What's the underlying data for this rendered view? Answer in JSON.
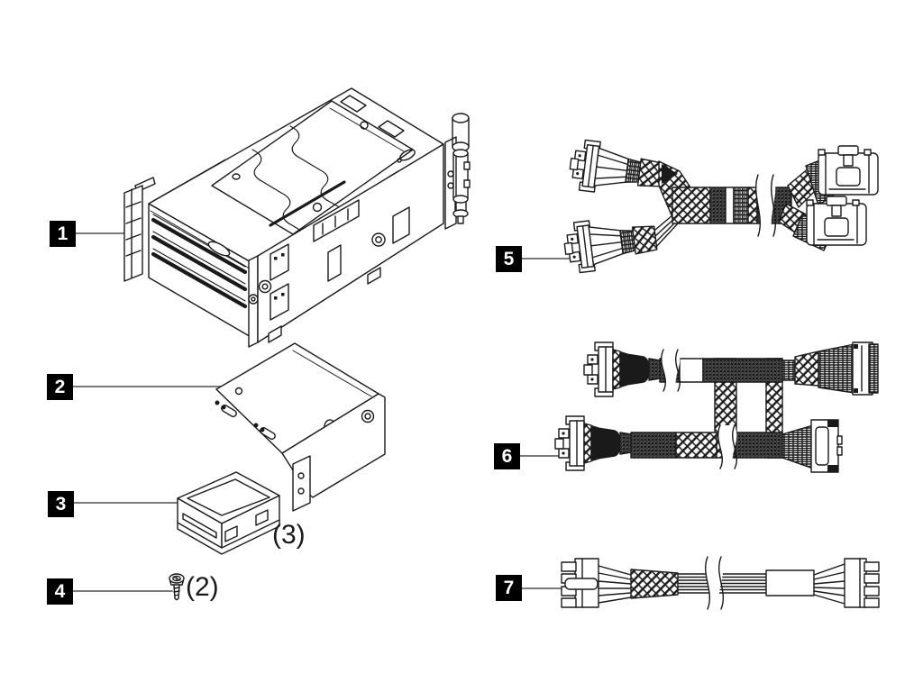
{
  "diagram": {
    "background_color": "#ffffff",
    "ink_color": "#1a1a1a",
    "leader_line_color": "#7a7a7a",
    "callout_bg_color": "#000000",
    "callout_text_color": "#ffffff",
    "callouts": [
      {
        "number": "1"
      },
      {
        "number": "2"
      },
      {
        "number": "3"
      },
      {
        "number": "4"
      },
      {
        "number": "5"
      },
      {
        "number": "6"
      },
      {
        "number": "7"
      }
    ],
    "quantities": [
      {
        "text": "(3)"
      },
      {
        "text": "(2)"
      }
    ]
  }
}
